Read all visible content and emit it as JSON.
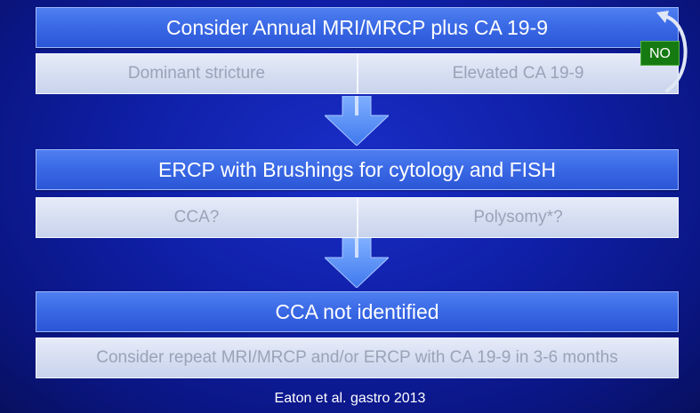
{
  "steps": [
    {
      "title": "Consider Annual MRI/MRCP plus CA 19-9",
      "cells": [
        "Dominant stricture",
        "Elevated CA 19-9"
      ]
    },
    {
      "title": "ERCP with Brushings for cytology and FISH",
      "cells": [
        "CCA?",
        "Polysomy*?"
      ]
    },
    {
      "title": "CCA not identified",
      "cells": [
        "Consider repeat MRI/MRCP and/or ERCP with CA 19-9 in 3-6 months"
      ]
    }
  ],
  "loop": {
    "label": "NO"
  },
  "citation": "Eaton et al. gastro 2013",
  "colors": {
    "background": "#0f1fa6",
    "header_fill": "#3b6ae6",
    "sub_fill": "#d3dcf1",
    "sub_text": "#9aa3b8",
    "no_badge": "#167a12"
  }
}
